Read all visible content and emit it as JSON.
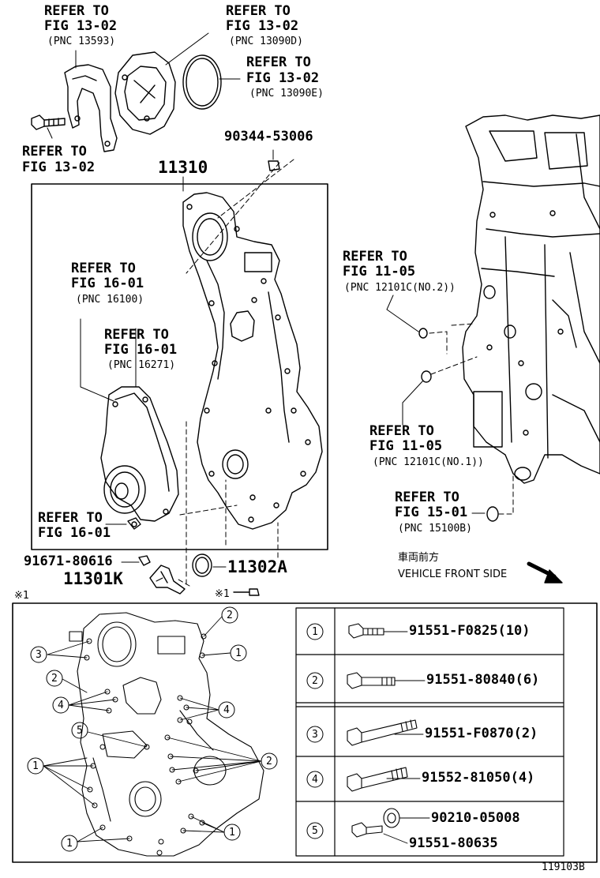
{
  "callouts": {
    "fig13_02_pnc13593": {
      "line1": "REFER TO",
      "line2": "FIG 13-02",
      "line3": "(PNC 13593)"
    },
    "fig13_02_pnc13090d": {
      "line1": "REFER TO",
      "line2": "FIG 13-02",
      "line3": "(PNC 13090D)"
    },
    "fig13_02_pnc13090e": {
      "line1": "REFER TO",
      "line2": "FIG 13-02",
      "line3": "(PNC 13090E)"
    },
    "fig13_02_bolt": {
      "line1": "REFER TO",
      "line2": "FIG 13-02"
    },
    "fig16_01_pnc16100": {
      "line1": "REFER TO",
      "line2": "FIG 16-01",
      "line3": "(PNC 16100)"
    },
    "fig16_01_pnc16271": {
      "line1": "REFER TO",
      "line2": "FIG 16-01",
      "line3": "(PNC 16271)"
    },
    "fig16_01_pulley": {
      "line1": "REFER TO",
      "line2": "FIG 16-01"
    },
    "fig11_05_no2": {
      "line1": "REFER TO",
      "line2": "FIG 11-05",
      "line3": "(PNC 12101C(NO.2))"
    },
    "fig11_05_no1": {
      "line1": "REFER TO",
      "line2": "FIG 11-05",
      "line3": "(PNC 12101C(NO.1))"
    },
    "fig15_01": {
      "line1": "REFER TO",
      "line2": "FIG 15-01",
      "line3": "(PNC 15100B)"
    }
  },
  "part_numbers": {
    "p90344": "90344-53006",
    "p11310": "11310",
    "p91671": "91671-80616",
    "p11301k": "11301K",
    "p11302a": "11302A"
  },
  "direction": {
    "jp": "車両前方",
    "en": "VEHICLE FRONT SIDE"
  },
  "notes": {
    "ref_mark_top": "※1",
    "ref_mark_bolt": "※1"
  },
  "bolt_table": [
    {
      "num": "1",
      "part": "91551-F0825(10)"
    },
    {
      "num": "2",
      "part": "91551-80840(6)"
    },
    {
      "num": "3",
      "part": "91551-F0870(2)"
    },
    {
      "num": "4",
      "part": "91552-81050(4)"
    },
    {
      "num": "5",
      "part": "90210-05008",
      "part2": "91551-80635"
    }
  ],
  "detail_callouts": [
    "2",
    "3",
    "1",
    "2",
    "4",
    "4",
    "5",
    "1",
    "2",
    "1",
    "1"
  ],
  "figure_id": "119103B",
  "colors": {
    "ink": "#000000",
    "paper": "#ffffff"
  }
}
